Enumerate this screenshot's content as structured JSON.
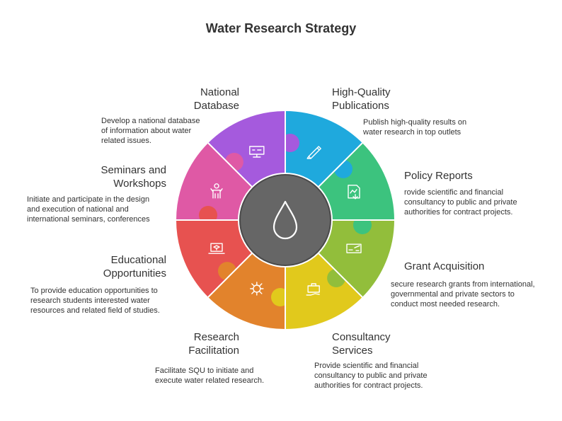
{
  "title": "Water Research Strategy",
  "center_icon": "water-drop-icon",
  "segments": [
    {
      "key": "high-quality-publications",
      "heading_lines": [
        "High-Quality",
        "Publications"
      ],
      "description_lines": [
        "Publish high-quality results on",
        "water research in top outlets"
      ],
      "color": "#1FA9DD",
      "icon": "pen-icon"
    },
    {
      "key": "policy-reports",
      "heading_lines": [
        "Policy Reports"
      ],
      "description_lines": [
        "rovide scientific and financial",
        "consultancy to public and private",
        "authorities for contract projects."
      ],
      "color": "#3CC37E",
      "icon": "report-download-icon"
    },
    {
      "key": "grant-acquisition",
      "heading_lines": [
        "Grant Acquisition"
      ],
      "description_lines": [
        "secure research grants from international,",
        "governmental and private sectors to",
        "conduct most needed research."
      ],
      "color": "#92BE3B",
      "icon": "cheque-icon"
    },
    {
      "key": "consultancy-services",
      "heading_lines": [
        "Consultancy",
        "Services"
      ],
      "description_lines": [
        "Provide scientific and financial",
        "consultancy to public and private",
        "authorities for contract projects."
      ],
      "color": "#E1C91C",
      "icon": "briefcase-hand-icon"
    },
    {
      "key": "research-facilitation",
      "heading_lines": [
        "Research",
        "Facilitation"
      ],
      "description_lines": [
        "Facilitate SQU to initiate and",
        "execute water related research."
      ],
      "color": "#E2832C",
      "icon": "virus-icon"
    },
    {
      "key": "educational-opportunities",
      "heading_lines": [
        "Educational",
        "Opportunities"
      ],
      "description_lines": [
        "To provide education opportunities to",
        "research students interested water",
        "resources and related field of studies."
      ],
      "color": "#E75250",
      "icon": "laptop-graduation-icon"
    },
    {
      "key": "seminars-and-workshops",
      "heading_lines": [
        "Seminars and",
        "Workshops"
      ],
      "description_lines": [
        "Initiate and participate in the design",
        "and execution of national and",
        "international seminars, conferences"
      ],
      "color": "#DF59A5",
      "icon": "presenter-icon"
    },
    {
      "key": "national-database",
      "heading_lines": [
        "National",
        "Database"
      ],
      "description_lines": [
        "Develop a national database",
        "of information about water",
        "related issues."
      ],
      "color": "#A55ADD",
      "icon": "server-icon"
    }
  ],
  "center_color": "#666666"
}
